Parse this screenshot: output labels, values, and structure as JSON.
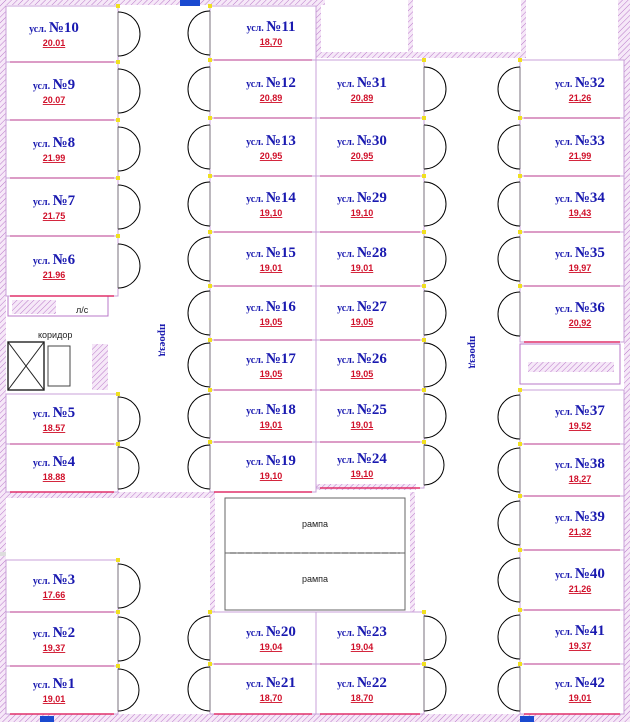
{
  "labels": {
    "passage_left": "проезд",
    "passage_right": "проезд",
    "ramp_top": "рампа",
    "ramp_bottom": "рампа",
    "corridor": "коридор",
    "stair_tag": "л/с"
  },
  "spaces": [
    {
      "id": "10",
      "name": "усл. №10",
      "area": "20.01"
    },
    {
      "id": "9",
      "name": "усл. №9",
      "area": "20.07"
    },
    {
      "id": "8",
      "name": "усл. №8",
      "area": "21.99"
    },
    {
      "id": "7",
      "name": "усл. №7",
      "area": "21.75"
    },
    {
      "id": "6",
      "name": "усл. №6",
      "area": "21.96"
    },
    {
      "id": "5",
      "name": "усл. №5",
      "area": "18.57"
    },
    {
      "id": "4",
      "name": "усл. №4",
      "area": "18.88"
    },
    {
      "id": "3",
      "name": "усл. №3",
      "area": "17.66"
    },
    {
      "id": "2",
      "name": "усл. №2",
      "area": "19,37"
    },
    {
      "id": "1",
      "name": "усл. №1",
      "area": "19,01"
    },
    {
      "id": "11",
      "name": "усл. №11",
      "area": "18,70"
    },
    {
      "id": "12",
      "name": "усл. №12",
      "area": "20,89"
    },
    {
      "id": "13",
      "name": "усл. №13",
      "area": "20,95"
    },
    {
      "id": "14",
      "name": "усл. №14",
      "area": "19,10"
    },
    {
      "id": "15",
      "name": "усл. №15",
      "area": "19,01"
    },
    {
      "id": "16",
      "name": "усл. №16",
      "area": "19,05"
    },
    {
      "id": "17",
      "name": "усл. №17",
      "area": "19,05"
    },
    {
      "id": "18",
      "name": "усл. №18",
      "area": "19,01"
    },
    {
      "id": "19",
      "name": "усл. №19",
      "area": "19,10"
    },
    {
      "id": "20",
      "name": "усл. №20",
      "area": "19,04"
    },
    {
      "id": "21",
      "name": "усл. №21",
      "area": "18,70"
    },
    {
      "id": "31",
      "name": "усл. №31",
      "area": "20,89"
    },
    {
      "id": "30",
      "name": "усл. №30",
      "area": "20,95"
    },
    {
      "id": "29",
      "name": "усл. №29",
      "area": "19,10"
    },
    {
      "id": "28",
      "name": "усл. №28",
      "area": "19,01"
    },
    {
      "id": "27",
      "name": "усл. №27",
      "area": "19,05"
    },
    {
      "id": "26",
      "name": "усл. №26",
      "area": "19,05"
    },
    {
      "id": "25",
      "name": "усл. №25",
      "area": "19,01"
    },
    {
      "id": "24",
      "name": "усл. №24",
      "area": "19,10"
    },
    {
      "id": "23",
      "name": "усл. №23",
      "area": "19,04"
    },
    {
      "id": "22",
      "name": "усл. №22",
      "area": "18,70"
    },
    {
      "id": "32",
      "name": "усл. №32",
      "area": "21,26"
    },
    {
      "id": "33",
      "name": "усл. №33",
      "area": "21,99"
    },
    {
      "id": "34",
      "name": "усл. №34",
      "area": "19,43"
    },
    {
      "id": "35",
      "name": "усл. №35",
      "area": "19,97"
    },
    {
      "id": "36",
      "name": "усл. №36",
      "area": "20,92"
    },
    {
      "id": "37",
      "name": "усл. №37",
      "area": "19,52"
    },
    {
      "id": "38",
      "name": "усл. №38",
      "area": "18,27"
    },
    {
      "id": "39",
      "name": "усл. №39",
      "area": "21,32"
    },
    {
      "id": "40",
      "name": "усл. №40",
      "area": "21,26"
    },
    {
      "id": "41",
      "name": "усл. №41",
      "area": "19,37"
    },
    {
      "id": "42",
      "name": "усл. №42",
      "area": "19,01"
    }
  ],
  "colors": {
    "wall": "#c8a0d8",
    "partition": "#e0306a",
    "label": "#1a1ab0",
    "area": "#d0102a",
    "column": "#f0e020",
    "door": "#000000"
  }
}
